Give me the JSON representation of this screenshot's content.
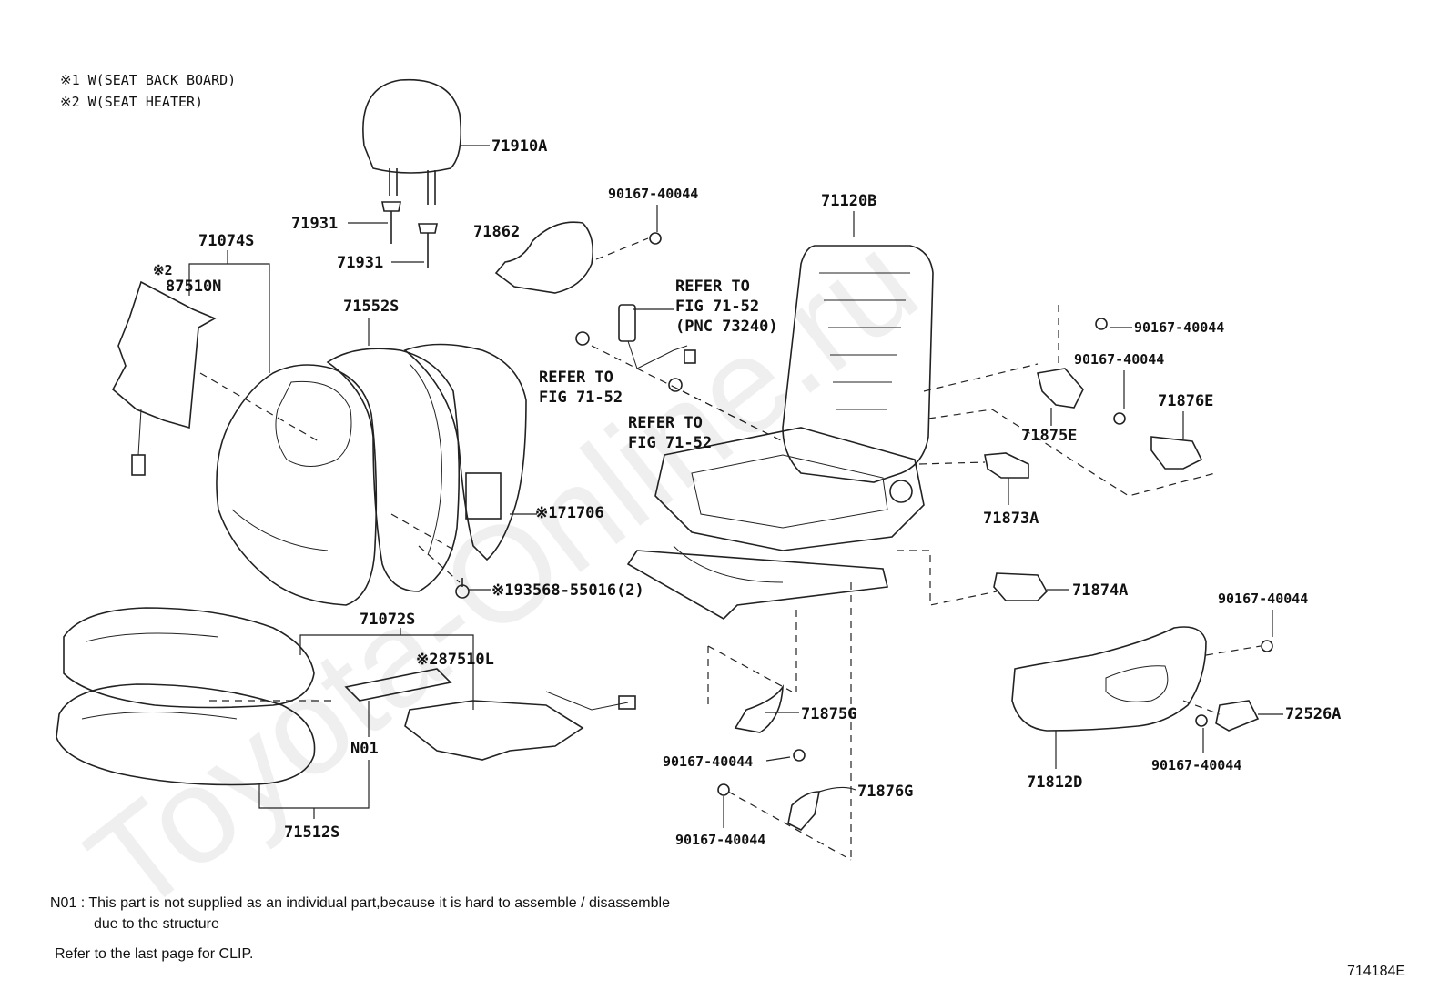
{
  "notes": {
    "line1": "※1 W(SEAT BACK BOARD)",
    "line2": "※2 W(SEAT HEATER)"
  },
  "watermark": "Toyota-Online.ru",
  "labels": {
    "p71910A": "71910A",
    "p71931a": "71931",
    "p71931b": "71931",
    "p71074S": "71074S",
    "p87510N_mark": "※2",
    "p87510N": "87510N",
    "p71552S": "71552S",
    "p71862": "71862",
    "bolt_top": "90167-40044",
    "p71120B": "71120B",
    "refer1_l1": "REFER TO",
    "refer1_l2": "FIG 71-52",
    "refer1_l3": "(PNC 73240)",
    "refer2_l1": "REFER TO",
    "refer2_l2": "FIG 71-52",
    "refer3_l1": "REFER TO",
    "refer3_l2": "FIG 71-52",
    "bolt_r1": "90167-40044",
    "bolt_r2": "90167-40044",
    "p71876E": "71876E",
    "p71875E": "71875E",
    "p71873A": "71873A",
    "p71706": "※171706",
    "clip": "※193568-55016(2)",
    "p71874A": "71874A",
    "p71072S": "71072S",
    "p87510L": "※287510L",
    "bolt_r3": "90167-40044",
    "p72526A": "72526A",
    "p71875G": "71875G",
    "bolt_c1": "90167-40044",
    "p71876G": "71876G",
    "bolt_c2": "90167-40044",
    "pN01": "N01",
    "p71512S": "71512S",
    "p71812D": "71812D",
    "bolt_r4": "90167-40044"
  },
  "footnotes": {
    "n01_line1": "N01 : This part is not supplied as an individual part,because it is hard to assemble / disassemble",
    "n01_line2": "due to the structure",
    "clip_line": "Refer to the last page  for CLIP."
  },
  "figure_id": "714184E"
}
